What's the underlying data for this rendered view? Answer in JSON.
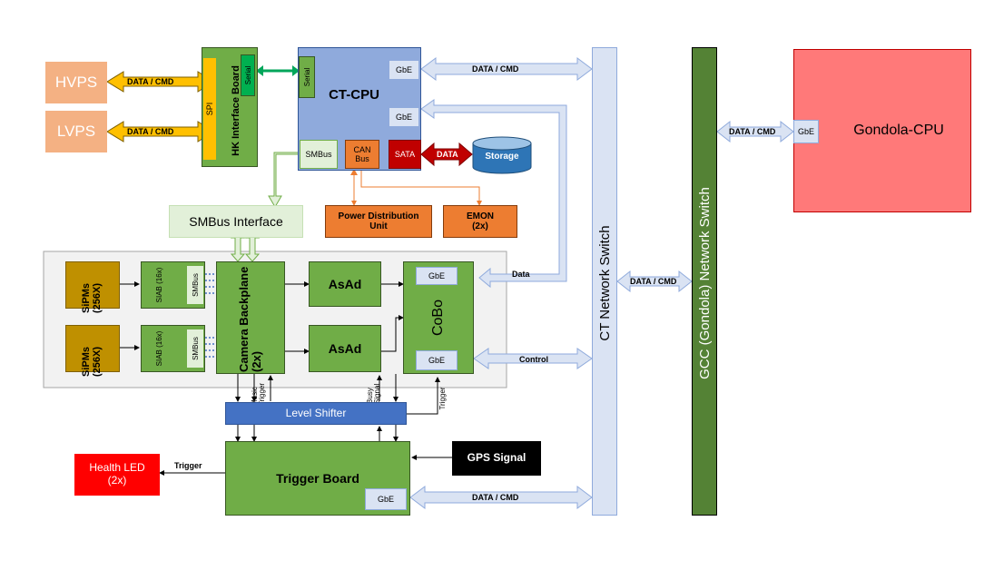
{
  "hvps": "HVPS",
  "lvps": "LVPS",
  "spi": "SPI",
  "hk_board": "HK Interface Board",
  "serial_hk": "Serial",
  "serial_ct": "Serial",
  "ct_cpu": "CT-CPU",
  "gbe": "GbE",
  "smbus": "SMBus",
  "can_bus": "CAN Bus",
  "sata": "SATA",
  "storage": "Storage",
  "smbus_interface": "SMBus Interface",
  "power_dist": "Power Distribution Unit",
  "emon": "EMON (2x)",
  "sipms": "SiPMs (256X)",
  "siab": "SIAB (16x)",
  "camera_backplane": "Camera Backplane (2x)",
  "asad": "AsAd",
  "cobo": "CoBo",
  "level_shifter": "Level Shifter",
  "trigger_board": "Trigger Board",
  "gps_signal": "GPS Signal",
  "health_led": "Health LED (2x)",
  "trigger": "Trigger",
  "music_trigger": "Music Trigger",
  "busy_signal": "Busy Signal",
  "ct_network_switch": "CT Network Switch",
  "gcc_network_switch": "GCC (Gondola) Network Switch",
  "gondola_cpu": "Gondola-CPU",
  "arrows": {
    "data_cmd": "DATA / CMD",
    "data_caps": "DATA",
    "data": "Data",
    "control": "Control"
  },
  "colors": {
    "peach": "#f4b183",
    "green": "#70ad47",
    "blue_cpu": "#8faadc",
    "orange": "#ed7d31",
    "red": "#c00000",
    "gold": "#bf9000",
    "yellow": "#ffc000",
    "switch_blue": "#dae3f3",
    "dark_green": "#548235",
    "gondola_red": "#ff7979",
    "level_blue": "#4472c4"
  }
}
